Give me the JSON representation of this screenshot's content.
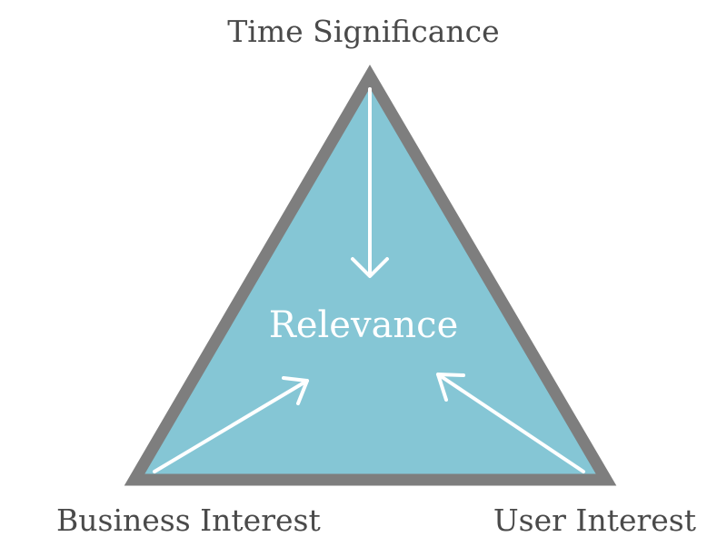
{
  "labels": {
    "top": "Time Significance",
    "bottom_left": "Business Interest",
    "bottom_right": "User Interest",
    "center": "Relevance"
  },
  "colors": {
    "triangle_fill": "#85c6d5",
    "triangle_border": "#7e7e7e",
    "arrows": "#ffffff",
    "text": "#4a4a4a"
  }
}
